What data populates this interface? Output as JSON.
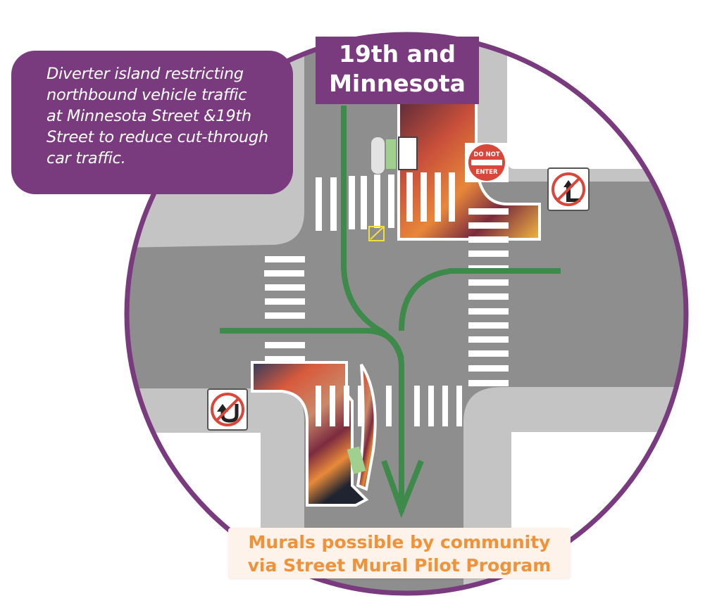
{
  "title": {
    "line1": "19th and",
    "line2": "Minnesota"
  },
  "callout": {
    "lines": [
      "Diverter island restricting",
      "northbound vehicle traffic",
      "at Minnesota Street &19th",
      "Street to reduce cut-through",
      "car traffic."
    ]
  },
  "mural_label": {
    "line1": "Murals possible by community",
    "line2": "via Street Mural Pilot Program"
  },
  "signs": {
    "do_not_enter": {
      "line1": "DO NOT",
      "line2": "ENTER"
    },
    "no_left_turn": "no-left-turn-sign",
    "no_u_turn": "no-u-turn-sign"
  },
  "colors": {
    "brand_purple": "#7a3b7e",
    "road": "#8e8e8e",
    "sidewalk": "#c4c4c4",
    "route_green": "#3d8a4a",
    "label_orange": "#f0923a",
    "sign_red": "#d9463a",
    "bike_green": "#9fd08f",
    "loading_yellow": "#f2e03a"
  }
}
